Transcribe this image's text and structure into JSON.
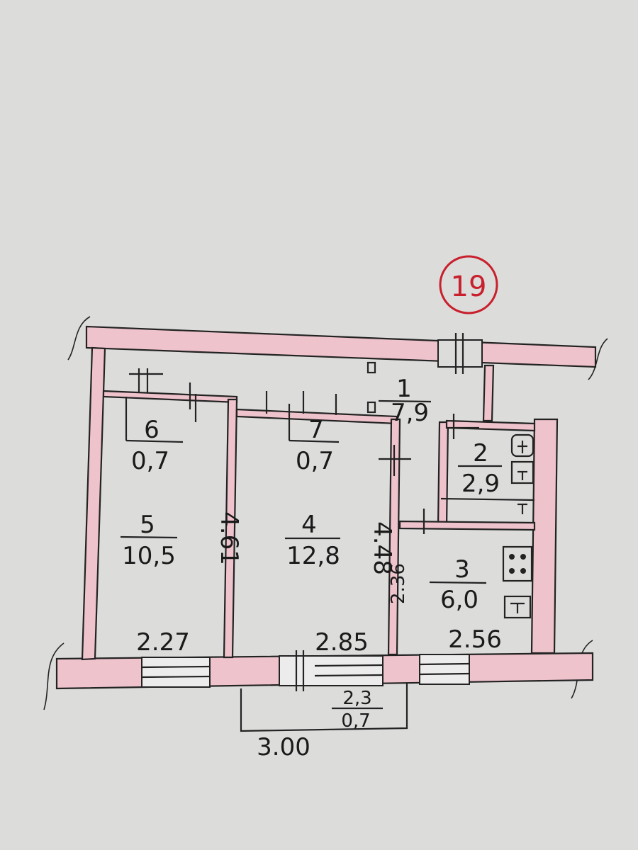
{
  "plan": {
    "apartment_number": "19",
    "rooms": [
      {
        "id": "1",
        "num": "1",
        "area": "7,9"
      },
      {
        "id": "2",
        "num": "2",
        "area": "2,9"
      },
      {
        "id": "3",
        "num": "3",
        "area": "6,0"
      },
      {
        "id": "4",
        "num": "4",
        "area": "12,8"
      },
      {
        "id": "5",
        "num": "5",
        "area": "10,5"
      },
      {
        "id": "6",
        "num": "6",
        "area": "0,7"
      },
      {
        "id": "7",
        "num": "7",
        "area": "0,7"
      },
      {
        "id": "balcony",
        "num": "2,3",
        "area": "0,7"
      }
    ],
    "dimensions": {
      "room5_width": "2.27",
      "room4_width": "2.85",
      "room3_width": "2.56",
      "room5_depth": "4.61",
      "room4_depth": "4.48",
      "room3_depth": "2.36",
      "balcony_length": "3.00"
    },
    "colors": {
      "wall_fill": "#eec3cc",
      "ink": "#232323",
      "stamp": "#c8202c",
      "paper": "#dcdcdb"
    }
  }
}
